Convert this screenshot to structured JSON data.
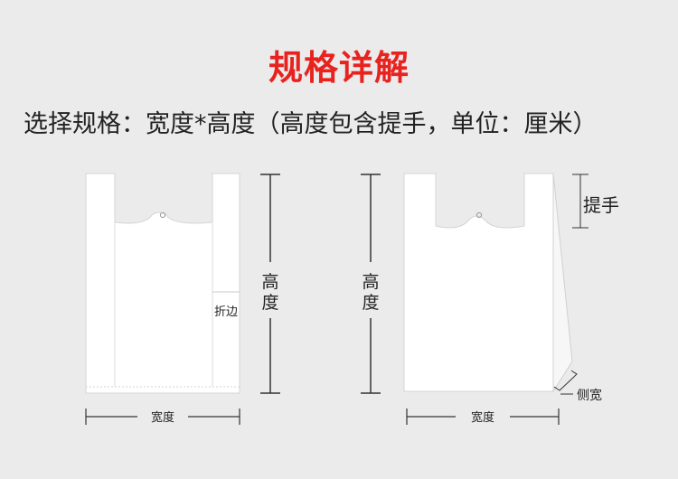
{
  "title": "规格详解",
  "subtitle": "选择规格：宽度*高度（高度包含提手，单位：厘米）",
  "left_diagram": {
    "height_label": "高度",
    "fold_label": "折边",
    "width_label": "宽度"
  },
  "right_diagram": {
    "height_label": "高度",
    "handle_label": "提手",
    "side_width_label": "侧宽",
    "width_label": "宽度"
  }
}
